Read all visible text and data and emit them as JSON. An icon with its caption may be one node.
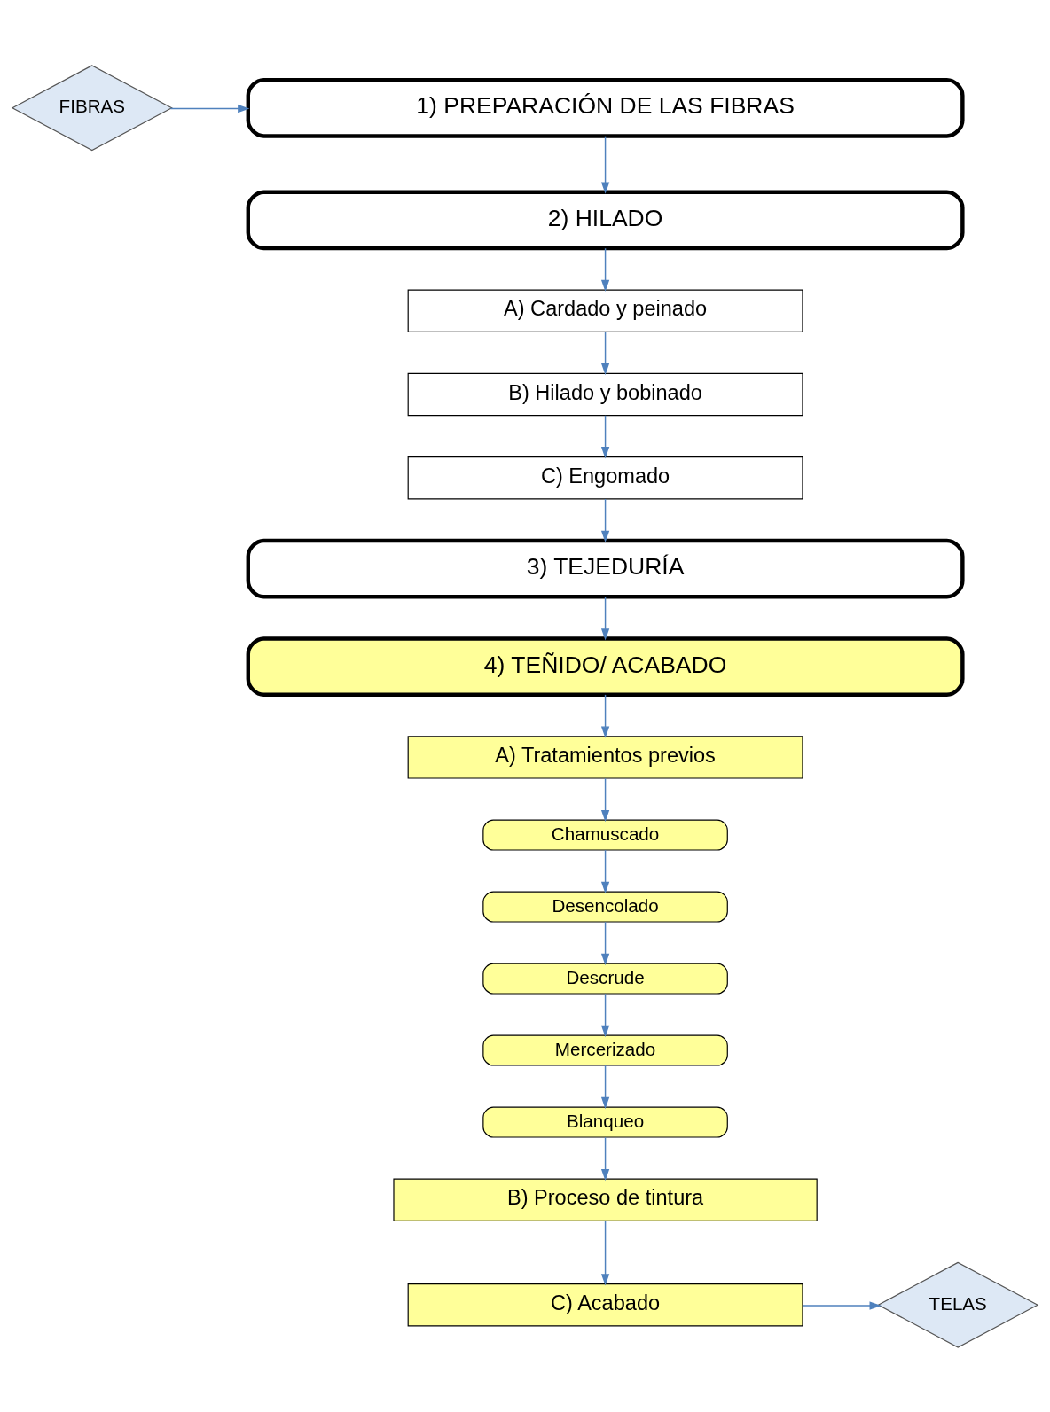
{
  "diagram": {
    "nodes": [
      {
        "text": [
          "FIBRAS"
        ]
      },
      {
        "text": [
          "1) PREPARACIÓN DE LAS FIBRAS"
        ]
      },
      {
        "text": [
          "2) HILADO"
        ]
      },
      {
        "text": [
          "A) Cardado y peinado"
        ]
      },
      {
        "text": [
          "B) Hilado y bobinado"
        ]
      },
      {
        "text": [
          "C) Engomado"
        ]
      },
      {
        "text": [
          "3) TEJEDURÍA"
        ]
      },
      {
        "text": [
          "4) TEÑIDO/ ACABADO"
        ]
      },
      {
        "text": [
          "A) Tratamientos previos"
        ]
      },
      {
        "text": [
          "Chamuscado"
        ]
      },
      {
        "text": [
          "Desencolado"
        ]
      },
      {
        "text": [
          "Descrude"
        ]
      },
      {
        "text": [
          "Mercerizado"
        ]
      },
      {
        "text": [
          "Blanqueo"
        ]
      },
      {
        "text": [
          "B) Proceso de tintura"
        ]
      },
      {
        "text": [
          "C) Acabado"
        ]
      },
      {
        "text": [
          "TELAS"
        ]
      }
    ],
    "edges": [
      {
        "from": 0,
        "to": 1,
        "arrow": "to"
      },
      {
        "from": 1,
        "to": 2,
        "arrow": "to"
      },
      {
        "from": 2,
        "to": 3,
        "arrow": "to"
      },
      {
        "from": 3,
        "to": 4,
        "arrow": "to"
      },
      {
        "from": 4,
        "to": 5,
        "arrow": "to"
      },
      {
        "from": 5,
        "to": 6,
        "arrow": "to"
      },
      {
        "from": 6,
        "to": 7,
        "arrow": "to"
      },
      {
        "from": 7,
        "to": 8,
        "arrow": "to"
      },
      {
        "from": 8,
        "to": 9,
        "arrow": "to"
      },
      {
        "from": 9,
        "to": 10,
        "arrow": "to"
      },
      {
        "from": 10,
        "to": 11,
        "arrow": "to"
      },
      {
        "from": 11,
        "to": 12,
        "arrow": "to"
      },
      {
        "from": 12,
        "to": 13,
        "arrow": "to"
      },
      {
        "from": 13,
        "to": 14,
        "arrow": "to"
      },
      {
        "from": 14,
        "to": 15,
        "arrow": "to"
      },
      {
        "from": 15,
        "to": 16,
        "arrow": "to"
      }
    ]
  }
}
